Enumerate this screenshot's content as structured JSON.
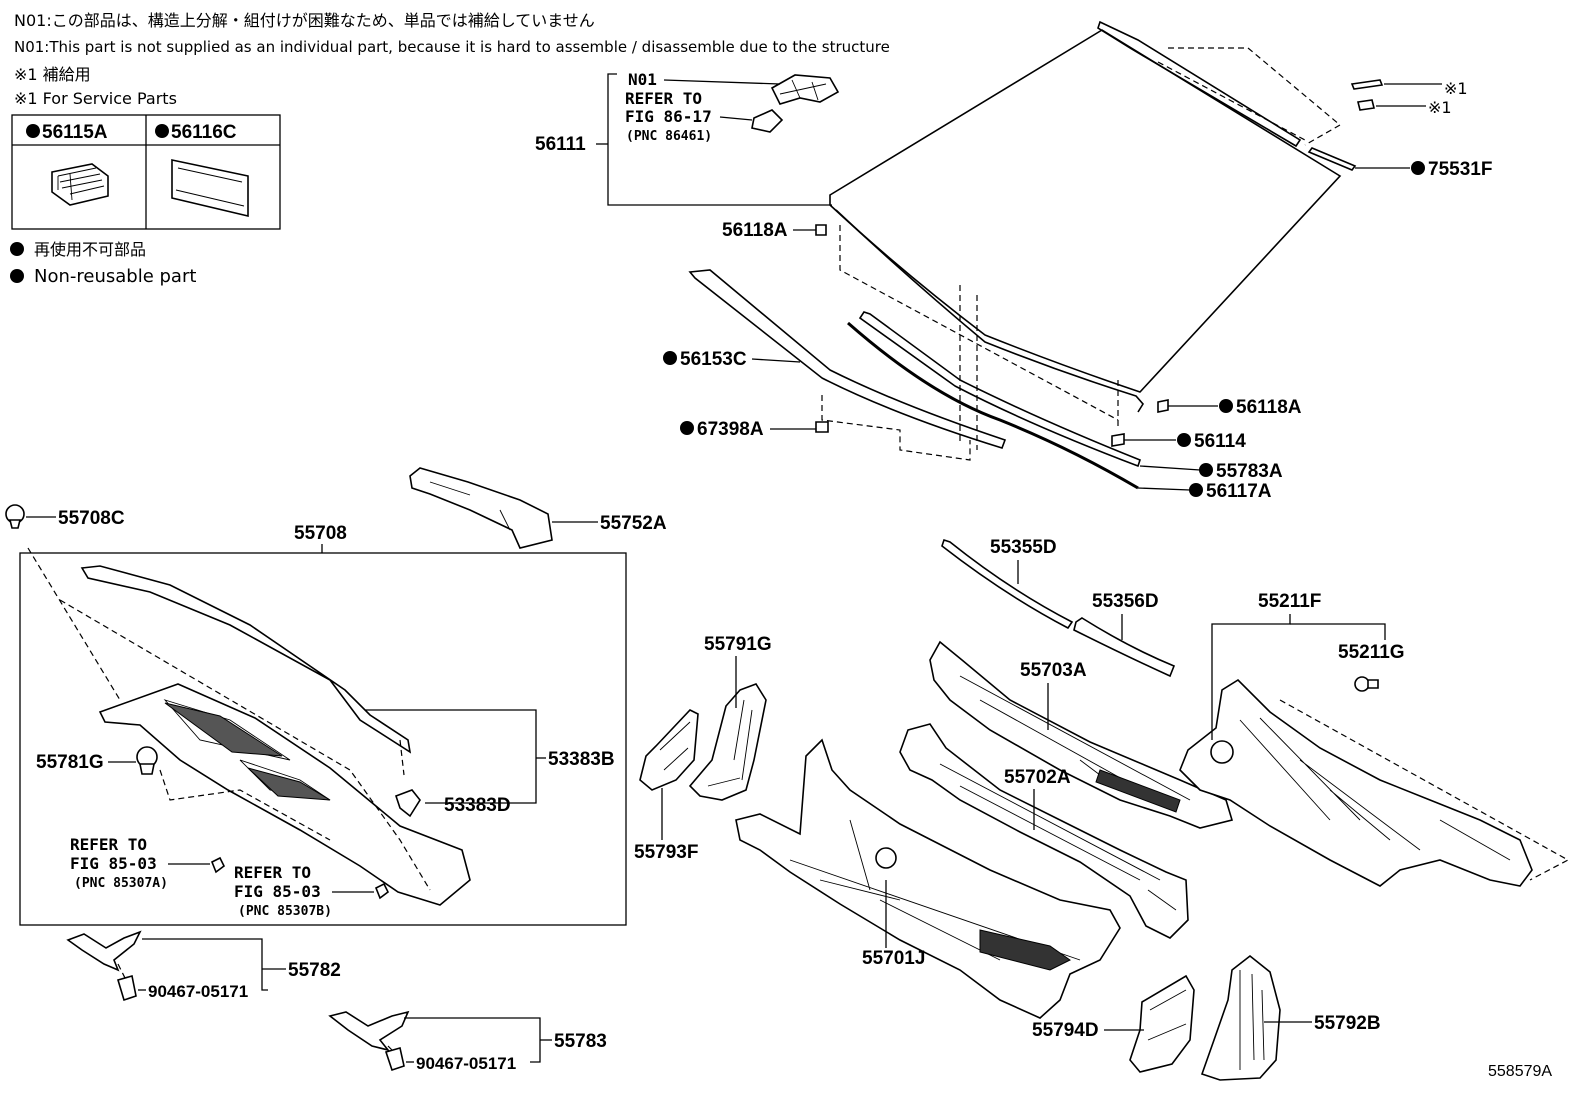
{
  "notes": {
    "n01_jp": "N01:この部品は、構造上分解・組付けが困難なため、単品では補給していません",
    "n01_en": "N01:This part is not supplied as an individual part, because it is hard to assemble / disassemble due to the structure",
    "service_jp": "※1 補給用",
    "service_en": "※1 For Service Parts",
    "nonreusable_jp": "再使用不可部品",
    "nonreusable_en": "Non-reusable part"
  },
  "service_table": {
    "cell_a": "56115A",
    "cell_b": "56116C"
  },
  "refs": {
    "n01_label": "N01",
    "refer_to": "REFER TO",
    "fig_86_17": "FIG 86-17",
    "pnc_86461": "(PNC 86461)",
    "fig_85_03": "FIG 85-03",
    "pnc_85307a": "(PNC 85307A)",
    "pnc_85307b": "(PNC 85307B)"
  },
  "service_marks": {
    "mark1": "※1",
    "mark2": "※1"
  },
  "parts": {
    "p56111": "56111",
    "p75531f": "75531F",
    "p56118a_1": "56118A",
    "p56118a_2": "56118A",
    "p56153c": "56153C",
    "p67398a": "67398A",
    "p56114": "56114",
    "p55783a": "55783A",
    "p56117a": "56117A",
    "p55708c": "55708C",
    "p55708": "55708",
    "p55752a": "55752A",
    "p55781g": "55781G",
    "p53383b": "53383B",
    "p53383d": "53383D",
    "p55782": "55782",
    "p90467_1": "90467-05171",
    "p55783": "55783",
    "p90467_2": "90467-05171",
    "p55791g": "55791G",
    "p55793f": "55793F",
    "p55355d": "55355D",
    "p55356d": "55356D",
    "p55703a": "55703A",
    "p55702a": "55702A",
    "p55701j": "55701J",
    "p55211f": "55211F",
    "p55211g": "55211G",
    "p55794d": "55794D",
    "p55792b": "55792B"
  },
  "illustration_id": "558579A"
}
